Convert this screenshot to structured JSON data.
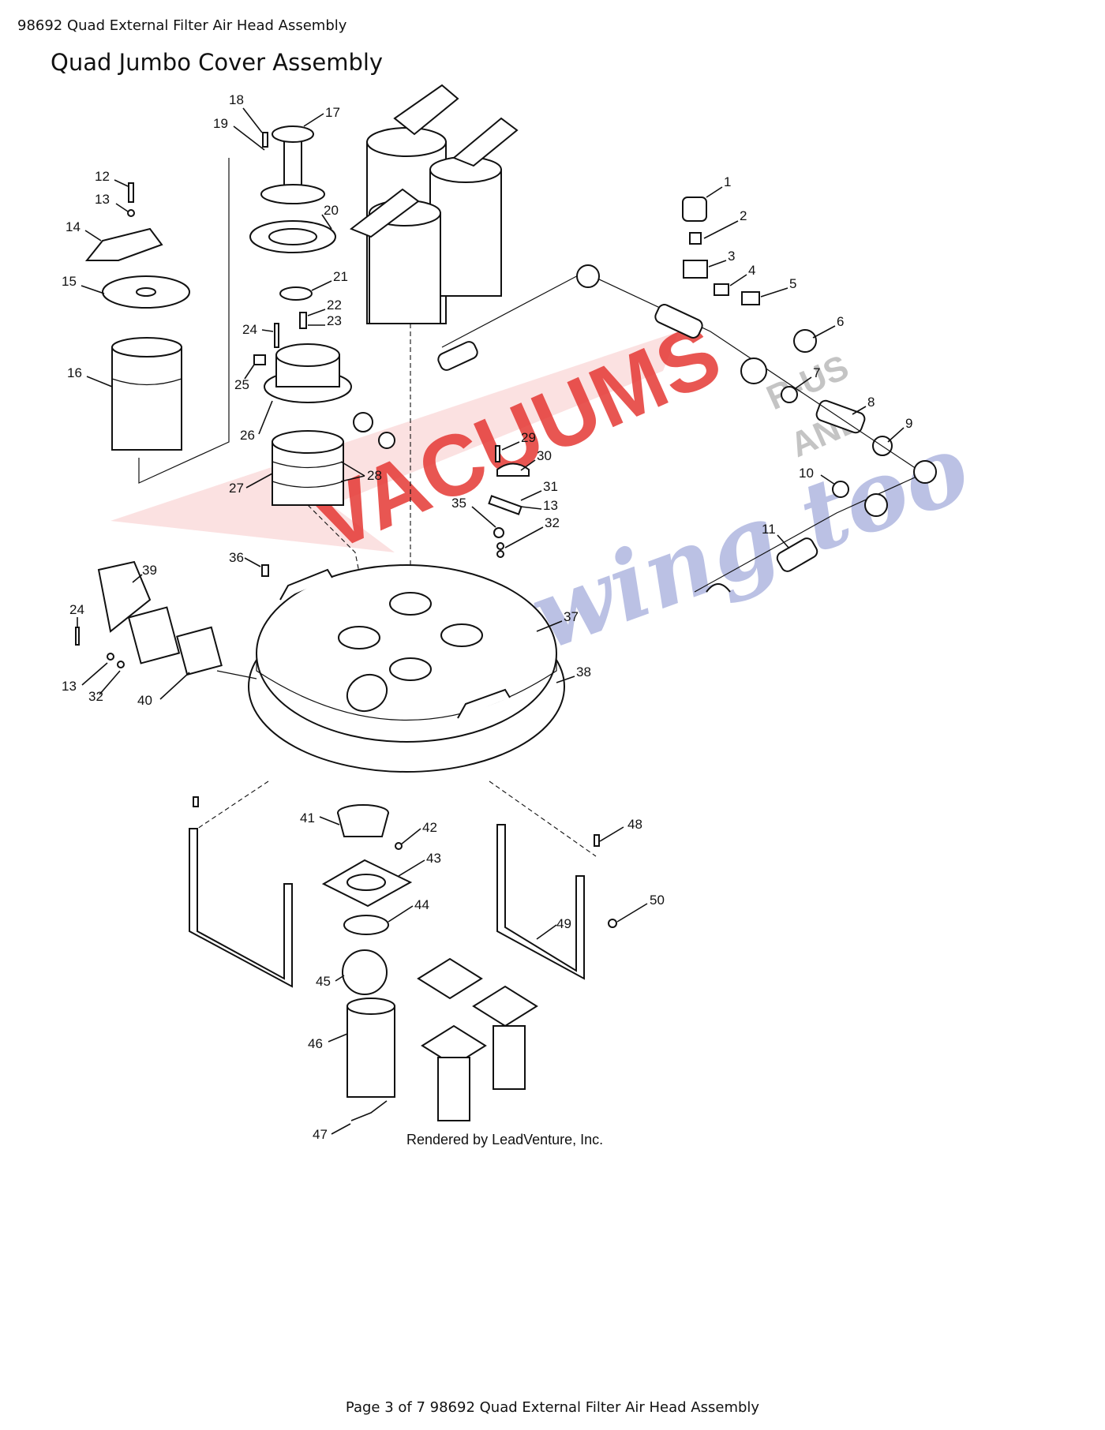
{
  "header": {
    "document": "98692 Quad External Filter Air Head Assembly",
    "title": "Quad Jumbo Cover Assembly"
  },
  "diagram": {
    "credit": "Rendered by LeadVenture, Inc.",
    "watermark": {
      "main": "VACUUMS",
      "top": "R-US",
      "middle": "AND",
      "script": "Sewing too",
      "color": "#e53935"
    },
    "callouts": [
      "1",
      "2",
      "3",
      "4",
      "5",
      "6",
      "7",
      "8",
      "9",
      "10",
      "11",
      "12",
      "13",
      "14",
      "15",
      "16",
      "17",
      "18",
      "19",
      "20",
      "21",
      "22",
      "23",
      "24",
      "25",
      "26",
      "27",
      "28",
      "29",
      "30",
      "31",
      "13",
      "35",
      "32",
      "36",
      "37",
      "38",
      "39",
      "24",
      "13",
      "32",
      "40",
      "41",
      "42",
      "43",
      "44",
      "45",
      "46",
      "47",
      "48",
      "49",
      "50"
    ]
  },
  "footer": {
    "text": "Page 3 of 7 98692 Quad External Filter Air Head Assembly"
  }
}
